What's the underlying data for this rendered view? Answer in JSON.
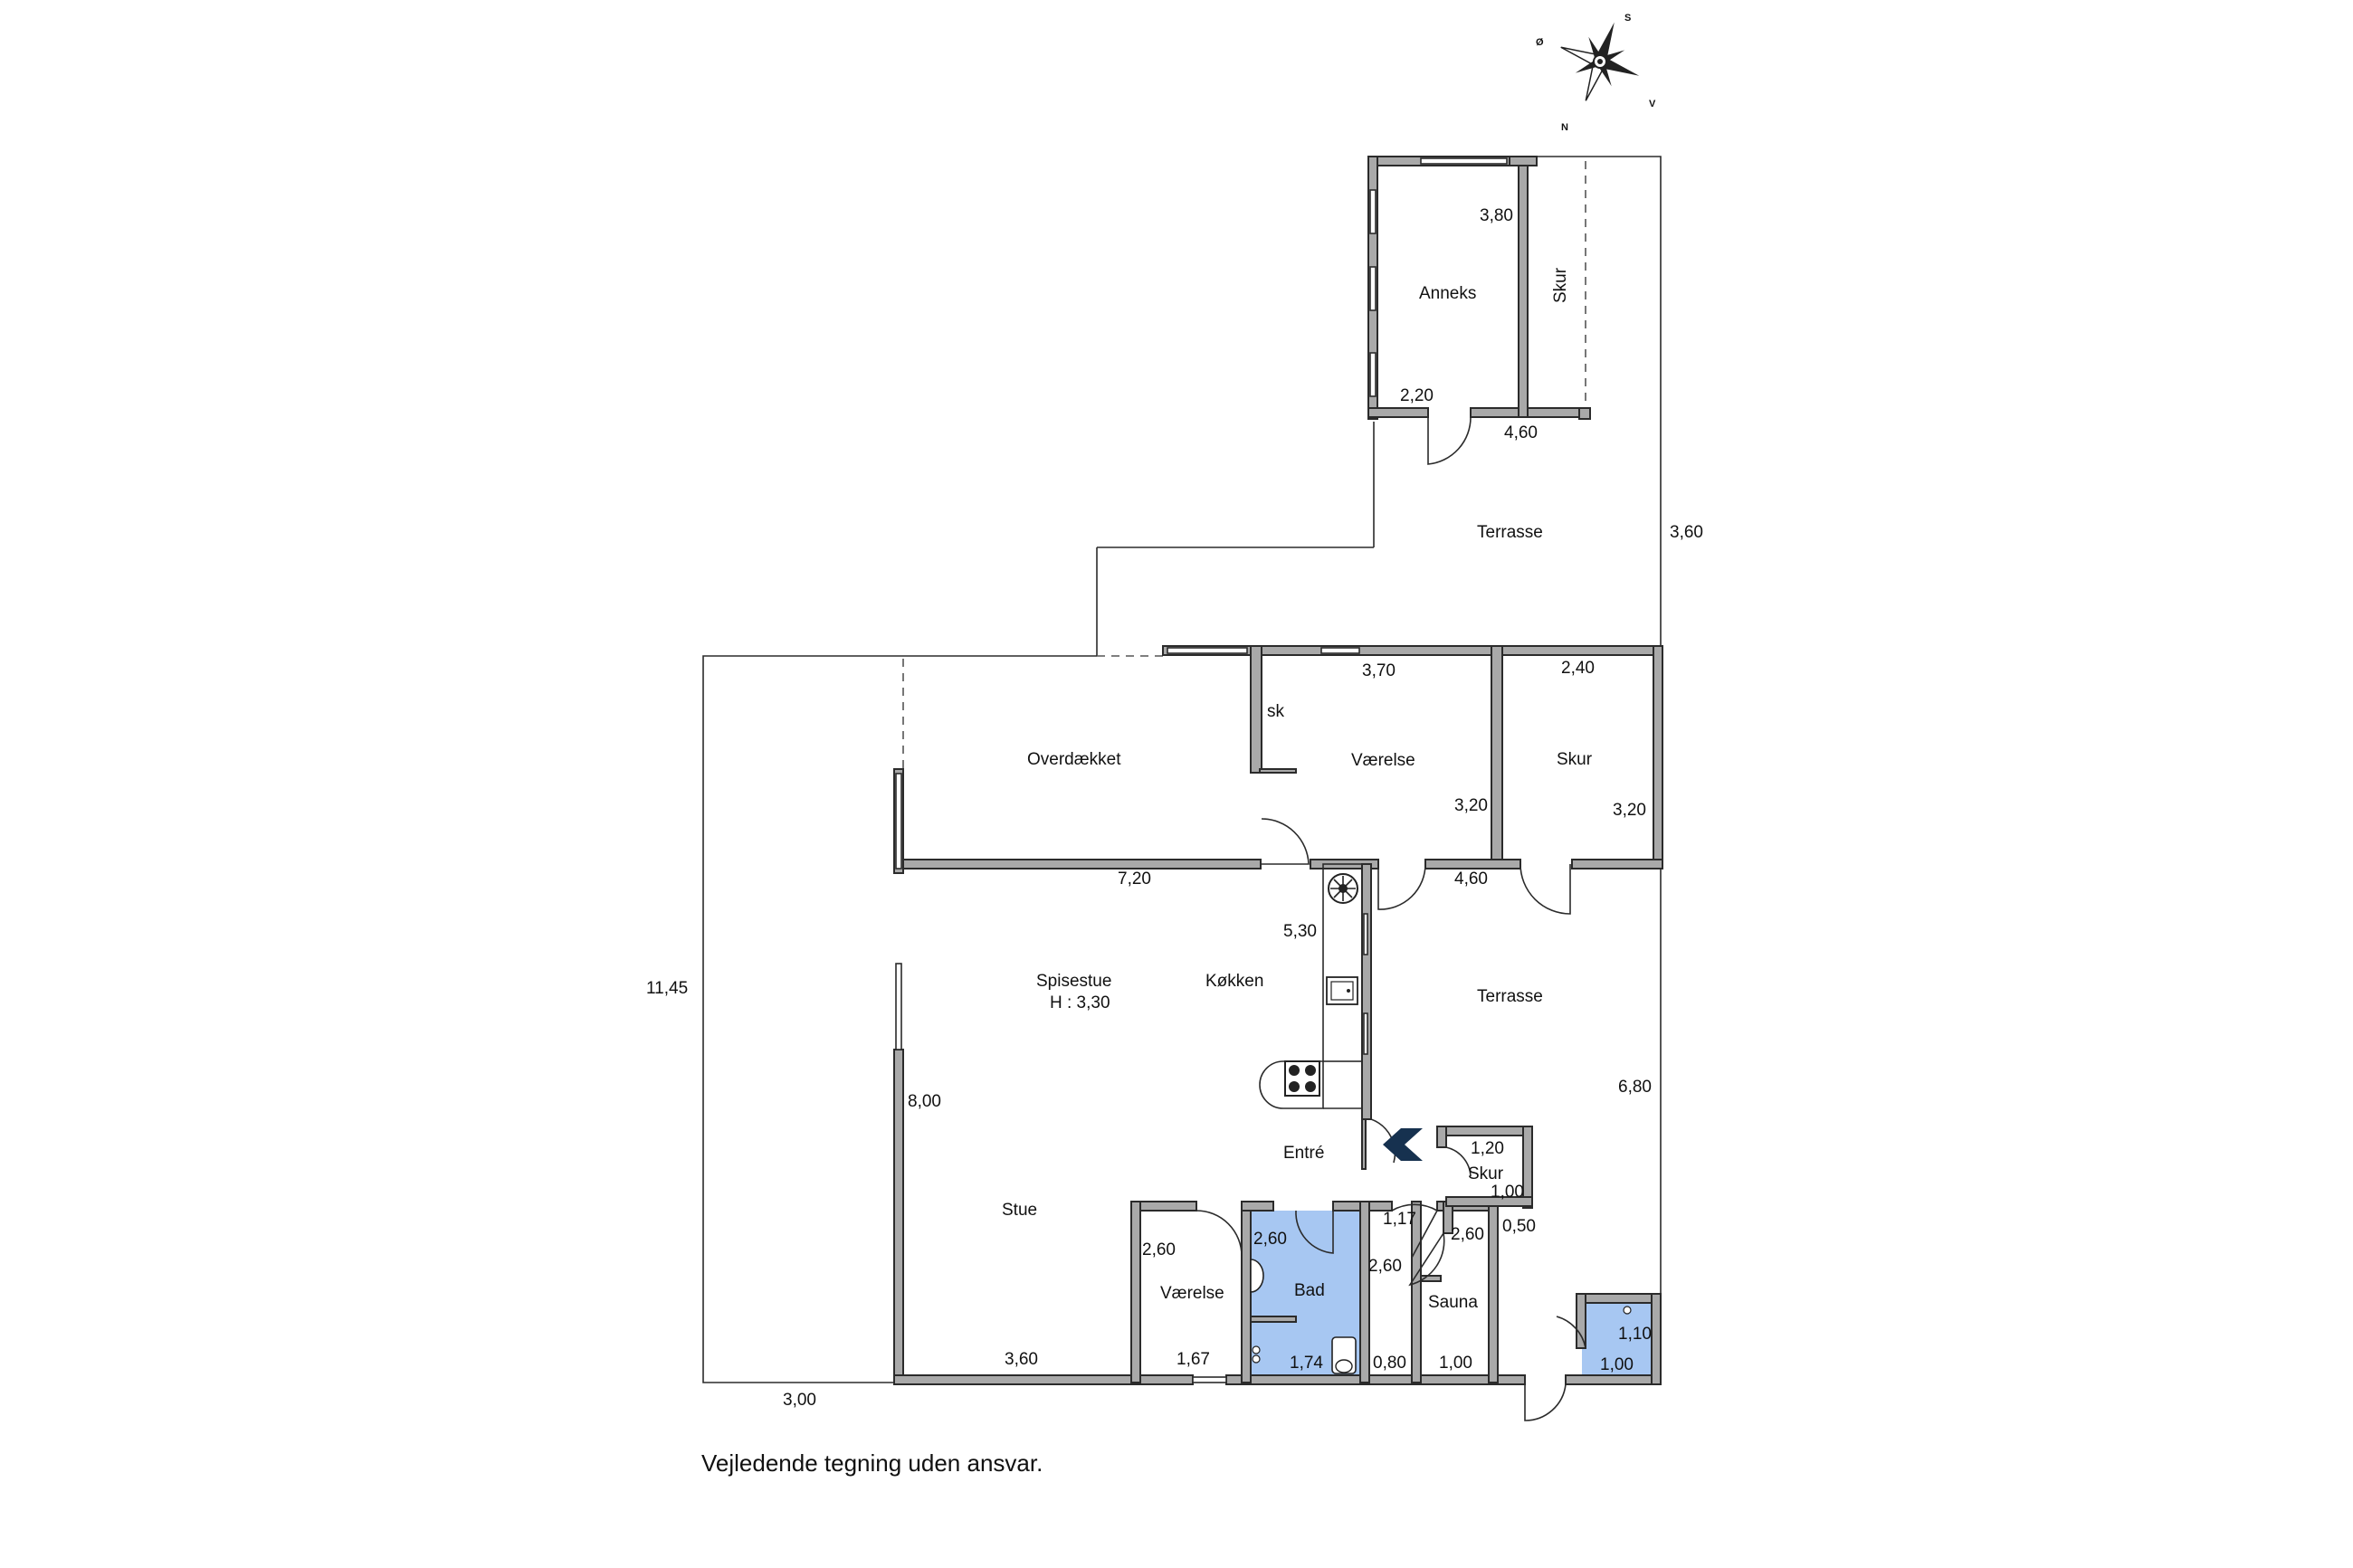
{
  "rooms": {
    "anneks": "Anneks",
    "skur_top": "Skur",
    "terrasse_top": "Terrasse",
    "overdaekket": "Overdækket",
    "sk": "sk",
    "vaerelse_top": "Værelse",
    "skur_mid": "Skur",
    "spisestue": "Spisestue",
    "ceiling_height": "H : 3,30",
    "koekken": "Køkken",
    "terrasse_right": "Terrasse",
    "entre": "Entré",
    "skur_small": "Skur",
    "stue": "Stue",
    "vaerelse_bottom": "Værelse",
    "bad": "Bad",
    "sauna": "Sauna"
  },
  "dimensions": {
    "anneks_3_80": "3,80",
    "anneks_2_20": "2,20",
    "annex_4_60": "4,60",
    "terrasse_3_60": "3,60",
    "vaerelse_3_70": "3,70",
    "skur_2_40": "2,40",
    "vaerelse_3_20": "3,20",
    "skur_3_20": "3,20",
    "overd_7_20": "7,20",
    "terr_4_60": "4,60",
    "kitchen_5_30": "5,30",
    "left_11_45": "11,45",
    "stue_8_00": "8,00",
    "terr_6_80": "6,80",
    "skur_1_20": "1,20",
    "skur_1_00": "1,00",
    "entre_1_17": "1,17",
    "sauna_2_60": "2,60",
    "hall_0_50": "0,50",
    "bad_2_60": "2,60",
    "vaer_2_60": "2,60",
    "hall_2_60": "2,60",
    "util_1_10": "1,10",
    "stue_3_60": "3,60",
    "vaer_1_67": "1,67",
    "bad_1_74": "1,74",
    "hall_0_80": "0,80",
    "sauna_1_00": "1,00",
    "util_1_00": "1,00",
    "bottom_3_00": "3,00"
  },
  "compass": {
    "n": "N",
    "s": "S",
    "o": "Ø",
    "v": "V"
  },
  "disclaimer": "Vejledende tegning uden ansvar.",
  "colors": {
    "wet_room": "#a7c7f2",
    "wall": "#a9a9a9",
    "entry_arrow": "#16314f"
  }
}
